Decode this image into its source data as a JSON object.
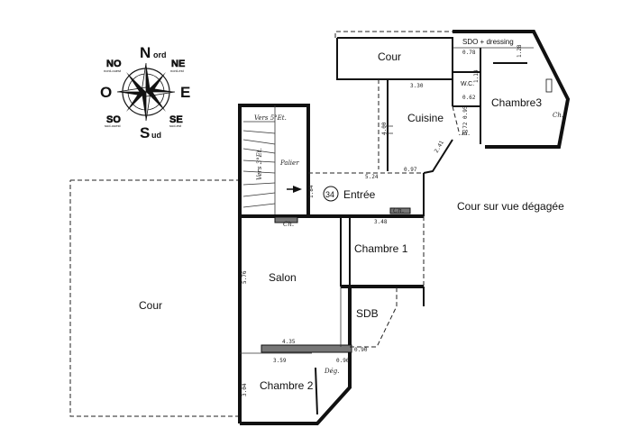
{
  "compass": {
    "north": "Nord",
    "south": "Sud",
    "east": "E",
    "west": "O",
    "ne": "NE",
    "no": "NO",
    "se": "SE",
    "so": "SO",
    "ne_sub": "nord-est",
    "no_sub": "nord-ouest",
    "se_sub": "sud-est",
    "so_sub": "sud-ouest"
  },
  "rooms": {
    "cour_top": "Cour",
    "sdo": "SDO + dressing",
    "wc": "W.C.",
    "chambre3": "Chambre3",
    "cuisine": "Cuisine",
    "entree": "Entrée",
    "apt_number": "34",
    "chambre1": "Chambre 1",
    "salon": "Salon",
    "sdb": "SDB",
    "chambre2": "Chambre 2",
    "cour_left": "Cour",
    "cour_vue": "Cour sur vue dégagée",
    "palier": "Palier",
    "vers_5": "Vers 5°Et.",
    "vers_3": "Vers 3°Et."
  },
  "small_labels": {
    "ch_1": "Ch.",
    "ch_2": "Ch.",
    "ch_3": "Ch.",
    "pl": "Pl.",
    "deg": "Dég."
  },
  "dims": {
    "d330": "3.30",
    "d078": "0.78",
    "d128": "1.28",
    "d114": "1.14",
    "d062": "0.62",
    "d095": "0.95",
    "d072": "0.72",
    "d400": "4.00",
    "d241": "2.41",
    "d097": "0.97",
    "d524": "5.24",
    "d184": "1.84",
    "d348": "3.48",
    "d576": "5.76",
    "d435": "4.35",
    "d090": "0.90",
    "d359": "3.59",
    "d096": "0.96",
    "d304": "3.04"
  }
}
